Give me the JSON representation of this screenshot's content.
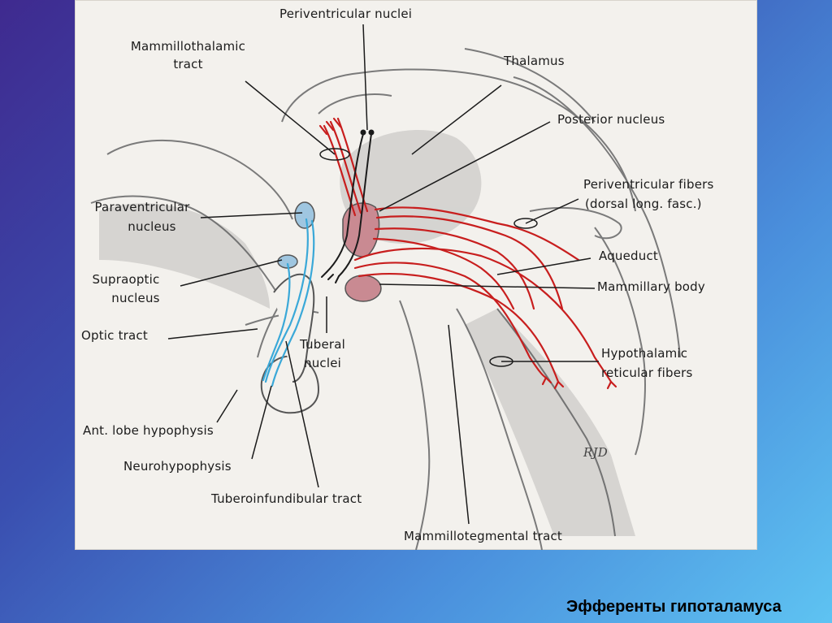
{
  "labels": {
    "periventricular_nuclei": "Periventricular nuclei",
    "mammillothalamic_tract_l1": "Mammillothalamic",
    "mammillothalamic_tract_l2": "tract",
    "thalamus": "Thalamus",
    "posterior_nucleus": "Posterior nucleus",
    "periventricular_fibers_l1": "Periventricular fibers",
    "periventricular_fibers_l2": "(dorsal long. fasc.)",
    "paraventricular_nucleus_l1": "Paraventricular",
    "paraventricular_nucleus_l2": "nucleus",
    "aqueduct": "Aqueduct",
    "supraoptic_nucleus_l1": "Supraoptic",
    "supraoptic_nucleus_l2": "nucleus",
    "mammillary_body": "Mammillary body",
    "optic_tract": "Optic tract",
    "tuberal_nuclei_l1": "Tuberal",
    "tuberal_nuclei_l2": "nuclei",
    "hypothalamic_reticular_fibers_l1": "Hypothalamic",
    "hypothalamic_reticular_fibers_l2": "reticular fibers",
    "ant_lobe_hypophysis": "Ant. lobe hypophysis",
    "neurohypophysis": "Neurohypophysis",
    "tuberoinfundibular_tract": "Tuberoinfundibular tract",
    "mammillotegmental_tract": "Mammillotegmental tract",
    "signature": "RJD"
  },
  "caption": "Эфференты гипоталамуса",
  "colors": {
    "red_fibers": "#c81e1e",
    "blue_fibers": "#3aa8d8",
    "nucleus_pink": "#c98a92",
    "leader_line": "#1b1b1b"
  }
}
